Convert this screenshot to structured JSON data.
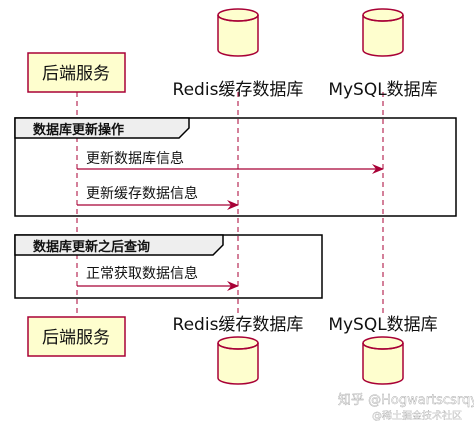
{
  "participants": {
    "backend": "后端服务",
    "redis": "Redis缓存数据库",
    "mysql": "MySQL数据库"
  },
  "groups": [
    {
      "title": "数据库更新操作",
      "messages": [
        "更新数据库信息",
        "更新缓存数据信息"
      ]
    },
    {
      "title": "数据库更新之后查询",
      "messages": [
        "正常获取数据信息"
      ]
    }
  ],
  "watermark": {
    "line1": "知乎 @Hogwartscsrqy",
    "line2": "@稀土掘金技术社区"
  },
  "colors": {
    "participant_fill": "#fefece",
    "participant_border": "#a80036",
    "arrow": "#a80036",
    "lifeline": "#a80036"
  }
}
